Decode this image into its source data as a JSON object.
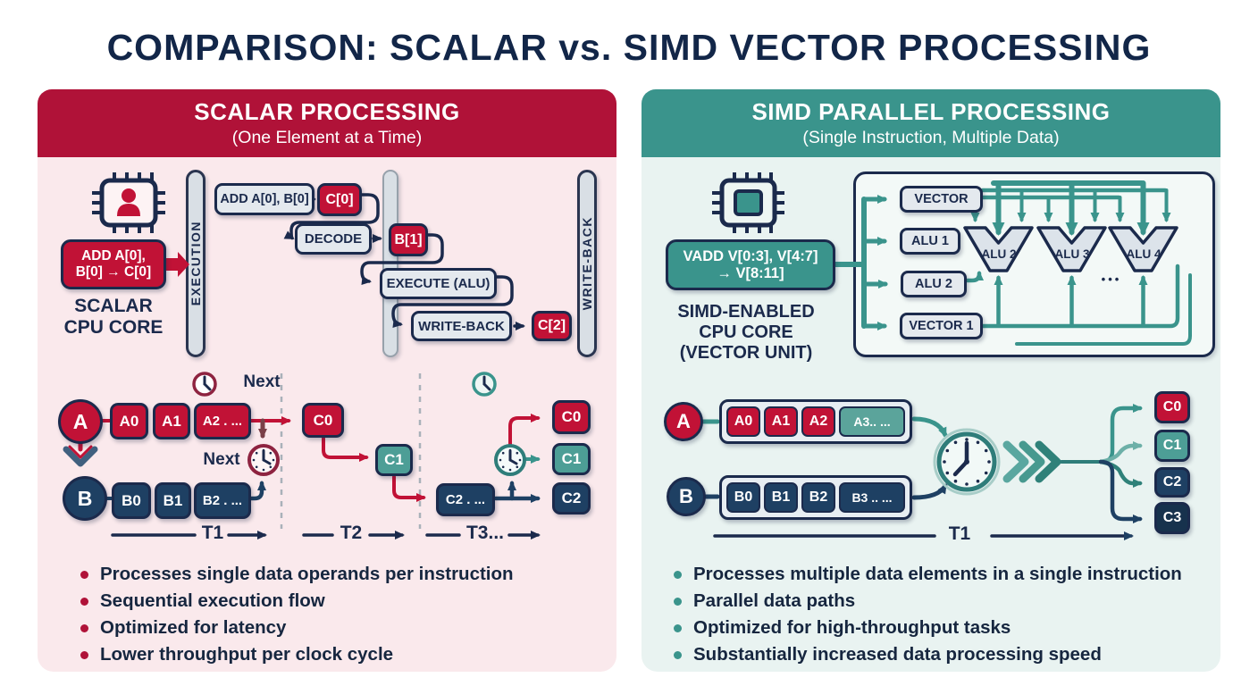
{
  "title": "COMPARISON: SCALAR vs. SIMD VECTOR PROCESSING",
  "colors": {
    "crimson_header": "#b01238",
    "crimson_box": "#c11236",
    "teal_header": "#3a948c",
    "teal_box": "#4d9e96",
    "navy": "#1b2a4c",
    "steel_navy_box": "#1e4063",
    "left_panel_bg": "#fae9ec",
    "right_panel_bg": "#e9f3f1"
  },
  "icons": {
    "scalar_core": "cpu-chip-with-user-icon",
    "simd_core": "cpu-chip-icon",
    "timer": "clock-icon",
    "fast_forward": "triple-chevron-icon",
    "down_arrow": "chevron-down-arrow-icon"
  },
  "left": {
    "header_title": "SCALAR PROCESSING",
    "header_subtitle": "(One Element at a Time)",
    "instruction_line1": "ADD A[0],",
    "instruction_line2": "B[0] → C[0]",
    "core_label_line1": "SCALAR",
    "core_label_line2": "CPU CORE",
    "bar_execution": "EXECUTION",
    "bar_writeback": "WRITE-BACK",
    "pipeline": {
      "fetch": "ADD A[0], B[0]",
      "fetch_out": "C[0]",
      "decode": "DECODE",
      "decode_out": "B[1]",
      "execute": "EXECUTE (ALU)",
      "writeback": "WRITE-BACK",
      "writeback_out": "C[2]"
    },
    "flow": {
      "a_label": "A",
      "a_cells": [
        "A0",
        "A1",
        "A2 . ..."
      ],
      "b_label": "B",
      "b_cells": [
        "B0",
        "B1",
        "B2 . ..."
      ],
      "next_top": "Next",
      "next_mid": "Next",
      "c0": "C0",
      "c1": "C1",
      "c2": "C2 . ...",
      "out_cells": [
        "C0",
        "C1",
        "C2"
      ],
      "t1": "T1",
      "t2": "T2",
      "t3": "T3..."
    },
    "bullets": [
      "Processes single data operands per instruction",
      "Sequential execution flow",
      "Optimized for latency",
      "Lower throughput per clock cycle"
    ]
  },
  "right": {
    "header_title": "SIMD PARALLEL PROCESSING",
    "header_subtitle": "(Single Instruction, Multiple Data)",
    "instruction_line1": "VADD V[0:3], V[4:7]",
    "instruction_line2": "→ V[8:11]",
    "core_label_line1": "SIMD-ENABLED",
    "core_label_line2": "CPU CORE",
    "core_label_line3": "(VECTOR UNIT)",
    "unit_boxes": [
      "VECTOR",
      "ALU 1",
      "ALU 2",
      "VECTOR 1"
    ],
    "funnels": [
      "ALU 2",
      "ALU 3",
      "ALU 4"
    ],
    "ellipsis": "•••",
    "flow": {
      "a_label": "A",
      "a_cells": [
        "A0",
        "A1",
        "A2",
        "A3.. ..."
      ],
      "b_label": "B",
      "b_cells": [
        "B0",
        "B1",
        "B2",
        "B3 .. ..."
      ],
      "out_cells": [
        "C0",
        "C1",
        "C2",
        "C3"
      ],
      "t1": "T1"
    },
    "bullets": [
      "Processes multiple data elements in a single instruction",
      "Parallel data paths",
      "Optimized for high-throughput tasks",
      "Substantially increased data processing speed"
    ]
  }
}
